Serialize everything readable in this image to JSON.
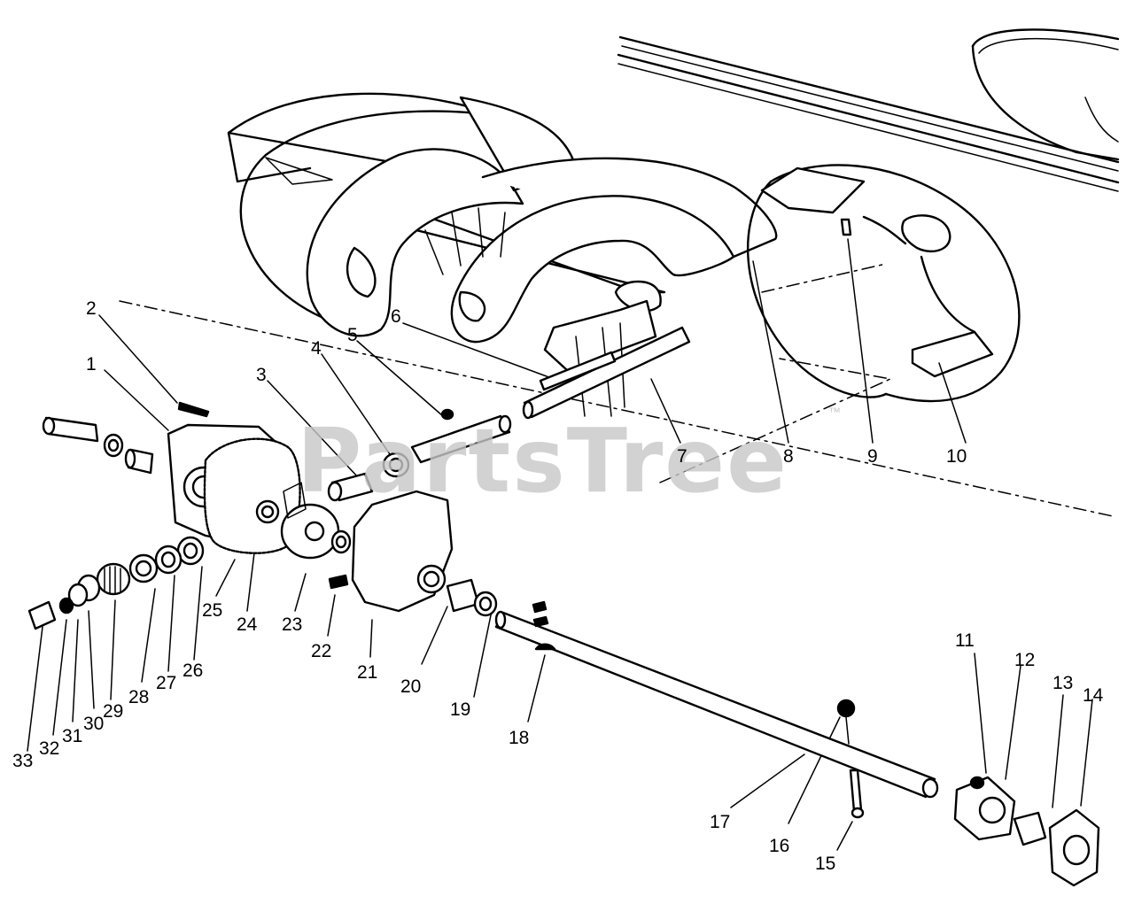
{
  "watermark": {
    "text": "PartsTree",
    "trademark": "™"
  },
  "callouts": [
    "1",
    "2",
    "3",
    "4",
    "5",
    "6",
    "7",
    "8",
    "9",
    "10",
    "11",
    "12",
    "13",
    "14",
    "15",
    "16",
    "17",
    "18",
    "19",
    "20",
    "21",
    "22",
    "23",
    "24",
    "25",
    "26",
    "27",
    "28",
    "29",
    "30",
    "31",
    "32",
    "33"
  ]
}
